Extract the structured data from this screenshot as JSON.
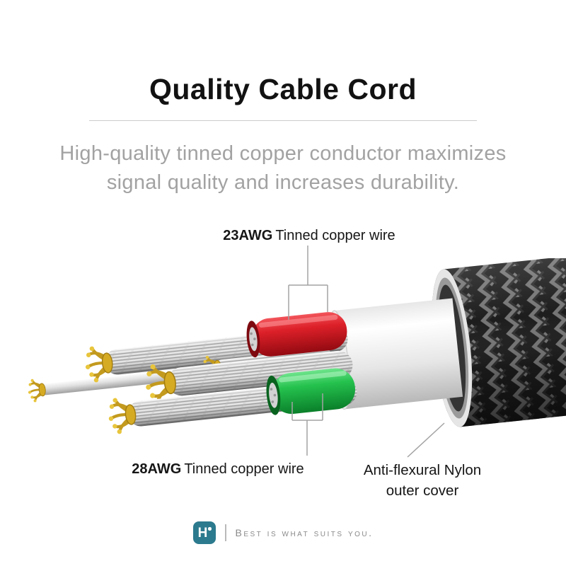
{
  "header": {
    "title": "Quality Cable Cord",
    "subtitle_line1": "High-quality tinned copper conductor maximizes",
    "subtitle_line2": "signal quality and increases durability."
  },
  "callouts": {
    "awg23": {
      "gauge": "23AWG",
      "label": "Tinned copper wire"
    },
    "awg28": {
      "gauge": "28AWG",
      "label": "Tinned copper wire"
    },
    "nylon": {
      "line1": "Anti-flexural Nylon",
      "line2": "outer cover"
    }
  },
  "diagram": {
    "parts": [
      "braided-nylon-outer-cover",
      "white-inner-sheath",
      "red-insulated-wire",
      "green-insulated-wire",
      "tinned-copper-strand-ropes",
      "bare-copper-frayed-ends"
    ],
    "colors": {
      "red": "#d9232d",
      "green": "#2ec151",
      "copper_gold": "#d4a921",
      "nylon_dark": "#242424",
      "callout_line_gray": "#a3a3a3"
    }
  },
  "footer": {
    "logo_letter": "H",
    "tagline": "Best is what suits you.",
    "logo_color": "#2c7a8e"
  }
}
